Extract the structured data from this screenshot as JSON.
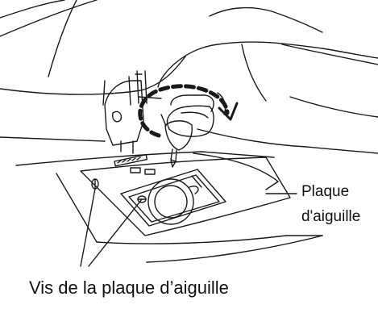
{
  "labels": {
    "plaque_line1": "Plaque",
    "plaque_line2": "d'aiguille",
    "screws": "Vis de la plaque d’aiguille"
  },
  "colors": {
    "line": "#1a1a1a",
    "background": "#ffffff",
    "shadow": "#e6e6e6"
  }
}
